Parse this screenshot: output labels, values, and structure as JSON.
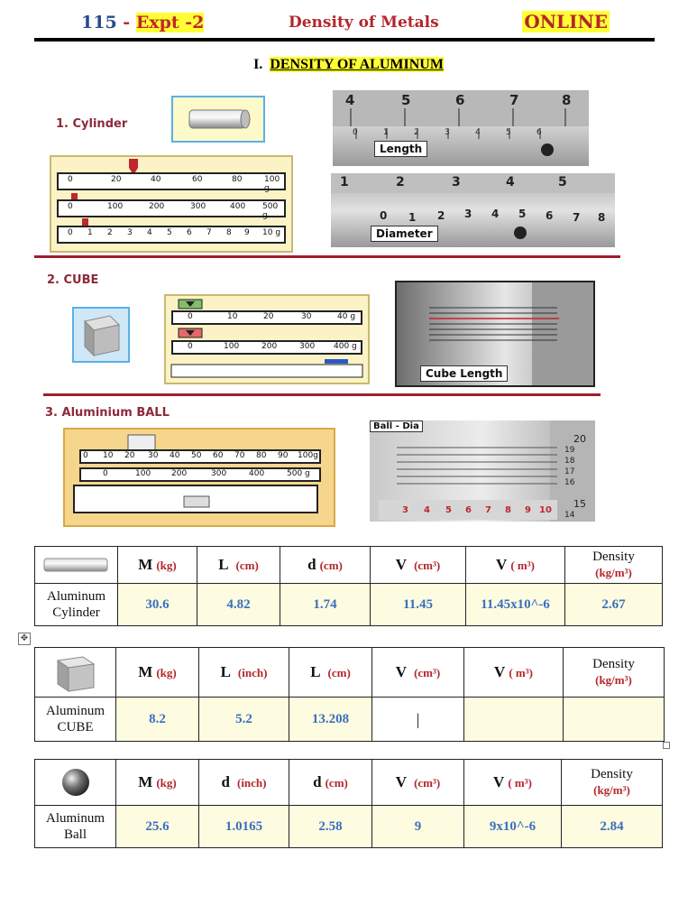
{
  "header": {
    "number": "115",
    "dash": "-",
    "expt": "Expt -2",
    "title": "Density of Metals",
    "mode": "ONLINE"
  },
  "section_title": "I.",
  "section_title_text": "DENSITY OF ALUMINUM",
  "parts": {
    "cylinder": "1. Cylinder",
    "cube": "2. CUBE",
    "ball": "3. Aluminium BALL"
  },
  "image_tags": {
    "length": "Length",
    "diameter": "Diameter",
    "cube_length": "Cube Length",
    "ball_dia": "Ball - Dia"
  },
  "beam_labels": {
    "cyl_top": [
      "0",
      "20",
      "40",
      "60",
      "80",
      "100 g"
    ],
    "cyl_mid": [
      "0",
      "100",
      "200",
      "300",
      "400",
      "500 g"
    ],
    "cyl_bot": [
      "0",
      "1",
      "2",
      "3",
      "4",
      "5",
      "6",
      "7",
      "8",
      "9",
      "10 g"
    ],
    "cube_top": [
      "0",
      "10",
      "20",
      "30",
      "40 g"
    ],
    "cube_mid": [
      "0",
      "100",
      "200",
      "300",
      "400 g"
    ],
    "ball_top": [
      "0",
      "10",
      "20",
      "30",
      "40",
      "50",
      "60",
      "70",
      "80",
      "90",
      "100g"
    ],
    "ball_mid": [
      "0",
      "100",
      "200",
      "300",
      "400",
      "500 g"
    ]
  },
  "caliper": {
    "length_main": [
      "4",
      "5",
      "6",
      "7",
      "8"
    ],
    "length_vernier": [
      "0",
      "1",
      "2",
      "3",
      "4",
      "5",
      "6"
    ],
    "dia_main": [
      "1",
      "2",
      "3",
      "4",
      "5"
    ],
    "dia_vernier": [
      "0",
      "1",
      "2",
      "3",
      "4",
      "5",
      "6",
      "7",
      "8"
    ],
    "ball_sleeve": [
      "3",
      "4",
      "5",
      "6",
      "7",
      "8",
      "9",
      "10"
    ],
    "ball_thimble": [
      "20",
      "19",
      "18",
      "17",
      "16",
      "15",
      "14"
    ]
  },
  "tables": {
    "cylinder": {
      "headers": [
        {
          "sym": "M",
          "unit": "(kg)"
        },
        {
          "sym": "L",
          "unit": "(cm)"
        },
        {
          "sym": "d",
          "unit": "(cm)"
        },
        {
          "sym": "V",
          "unit": "(cm³)"
        },
        {
          "sym": "V",
          "unit": "( m³)"
        }
      ],
      "density_label": "Density",
      "density_unit": "(kg/m³)",
      "row_label_1": "Aluminum",
      "row_label_2": "Cylinder",
      "values": [
        "30.6",
        "4.82",
        "1.74",
        "11.45",
        "11.45x10^-6",
        "2.67"
      ]
    },
    "cube": {
      "headers": [
        {
          "sym": "M",
          "unit": "(kg)"
        },
        {
          "sym": "L",
          "unit": "(inch)"
        },
        {
          "sym": "L",
          "unit": "(cm)"
        },
        {
          "sym": "V",
          "unit": "(cm³)"
        },
        {
          "sym": "V",
          "unit": "( m³)"
        }
      ],
      "density_label": "Density",
      "density_unit": "(kg/m³)",
      "row_label_1": "Aluminum",
      "row_label_2": "CUBE",
      "values": [
        "8.2",
        "5.2",
        "13.208",
        "|",
        "",
        ""
      ]
    },
    "ball": {
      "headers": [
        {
          "sym": "M",
          "unit": "(kg)"
        },
        {
          "sym": "d",
          "unit": "(inch)"
        },
        {
          "sym": "d",
          "unit": "(cm)"
        },
        {
          "sym": "V",
          "unit": "(cm³)"
        },
        {
          "sym": "V",
          "unit": "( m³)"
        }
      ],
      "density_label": "Density",
      "density_unit": "(kg/m³)",
      "row_label_1": "Aluminum",
      "row_label_2": "Ball",
      "values": [
        "25.6",
        "1.0165",
        "2.58",
        "9",
        "9x10^-6",
        "2.84"
      ]
    }
  },
  "colors": {
    "accent_red": "#b3262b",
    "value_blue": "#3a6fbf",
    "highlight": "#ffff33",
    "panel_yellow": "#fbf3c5"
  }
}
